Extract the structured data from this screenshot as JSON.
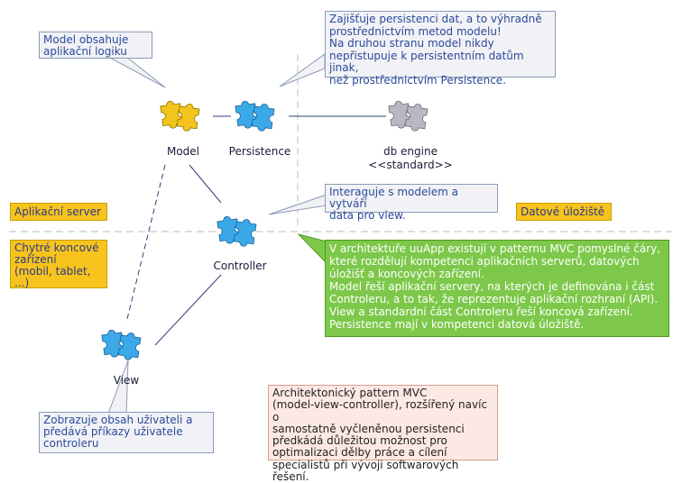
{
  "colors": {
    "model_puzzle": "#f2c41c",
    "blue_puzzle": "#3ba9e8",
    "db_puzzle": "#b8b8c2",
    "zone_label_bg": "#f7c31c",
    "info_green": "#7dc84a",
    "note_pink": "#fde9e3",
    "callout_bg": "#f2f2f6",
    "callout_text": "#2a4a9a"
  },
  "nodes": {
    "model": {
      "label": "Model",
      "icon": "puzzle-yellow"
    },
    "persistence": {
      "label": "Persistence",
      "icon": "puzzle-blue"
    },
    "db_engine": {
      "label": "db engine\n<<standard>>",
      "icon": "puzzle-gray"
    },
    "controller": {
      "label": "Controller",
      "icon": "puzzle-blue"
    },
    "view": {
      "label": "View",
      "icon": "puzzle-blue"
    }
  },
  "callouts": {
    "model_note": "Model obsahuje\naplikační logiku",
    "persistence_note": "Zajišťuje persistenci dat, a to výhradně\nprostřednictvím metod modelu!\nNa druhou stranu model nikdy\nnepřistupuje k persistentním datům jinak,\nnež prostřednictvím Persistence.",
    "controller_note": "Interaguje s modelem a vytváří\ndata pro view.",
    "view_note": "Zobrazuje obsah uživateli a\npředává příkazy uživatele\ncontroleru"
  },
  "zones": {
    "app_server": "Aplikační server",
    "data_storage": "Datové úložiště",
    "devices": "Chytré koncové\nzařízení\n(mobil, tablet, ...)"
  },
  "info_box": "V architektuře uuApp existují v patternu MVC pomyslné čáry,\nkteré rozdělují kompetenci aplikačních serverů, datových\núložišť a koncových zařízení.\nModel řeší aplikační servery, na kterých je definována i část\nControleru, a to tak, že reprezentuje aplikační rozhraní (API).\nView a standardní část Controleru řeší koncová zařízení.\nPersistence mají v kompetenci datová úložiště.",
  "pattern_note": "Architektonický pattern MVC\n(model-view-controller), rozšířený navíc o\nsamostatně vyčleněnou persistenci\npředkádá důležitou možnost pro\noptimalizaci dělby práce a cílení\nspecialistů při vývoji softwarových řešení."
}
